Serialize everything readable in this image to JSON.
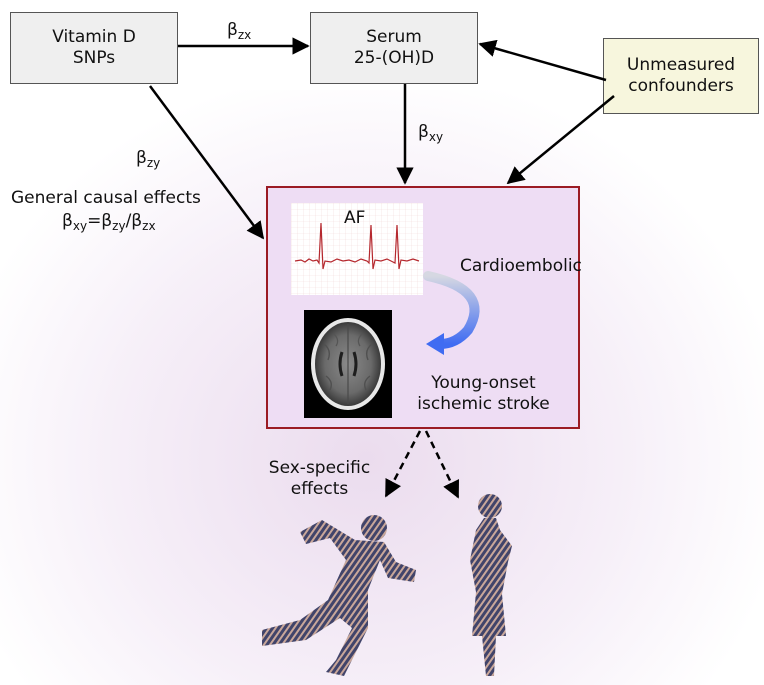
{
  "nodes": {
    "snps": {
      "line1": "Vitamin D",
      "line2": "SNPs"
    },
    "serum": {
      "line1": "Serum",
      "line2": "25-(OH)D"
    },
    "confounders": {
      "line1": "Unmeasured",
      "line2": "confounders"
    }
  },
  "edges": {
    "zx": {
      "symbol": "β",
      "sub": "zx"
    },
    "xy": {
      "symbol": "β",
      "sub": "xy"
    },
    "zy": {
      "symbol": "β",
      "sub": "zy"
    }
  },
  "formula": {
    "title": "General causal effects",
    "lhs": "β",
    "lhs_sub": "xy",
    "eq": "=β",
    "num_sub": "zy",
    "div": "/β",
    "den_sub": "zx"
  },
  "outcome": {
    "af_label": "AF",
    "cardio_label": "Cardioembolic",
    "stroke_line1": "Young-onset",
    "stroke_line2": "ischemic stroke"
  },
  "sex": {
    "line1": "Sex-specific",
    "line2": "effects"
  },
  "colors": {
    "outcome_border": "#9b1b24",
    "outcome_fill": "#eeddf4",
    "box_fill": "#efefef",
    "confounder_fill": "#f7f6dd",
    "ecg_trace": "#b5272d",
    "curved_arrow": "#3f6cf2"
  }
}
